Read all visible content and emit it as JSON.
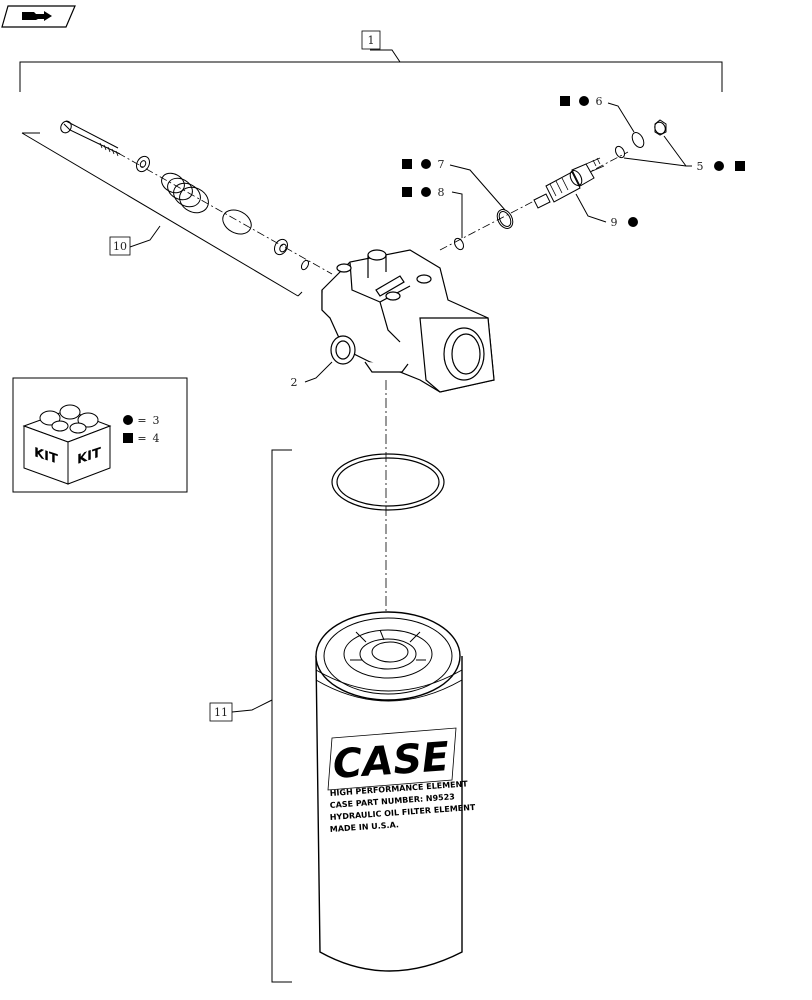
{
  "nav_icon": "folder-arrow-icon",
  "callouts": {
    "c1": "1",
    "c2": "2",
    "c5": "5",
    "c6": "6",
    "c7": "7",
    "c8": "8",
    "c9": "9",
    "c10": "10",
    "c11": "11"
  },
  "kit": {
    "word_left": "KIT",
    "word_right": "KIT",
    "eq": "=",
    "circle_value": "3",
    "square_value": "4"
  },
  "filter_label": {
    "brand": "CASE",
    "line1": "HIGH PERFORMANCE ELEMENT",
    "line2": "CASE PART NUMBER: N9523",
    "line3": "HYDRAULIC OIL FILTER ELEMENT",
    "line4": "MADE IN U.S.A."
  }
}
